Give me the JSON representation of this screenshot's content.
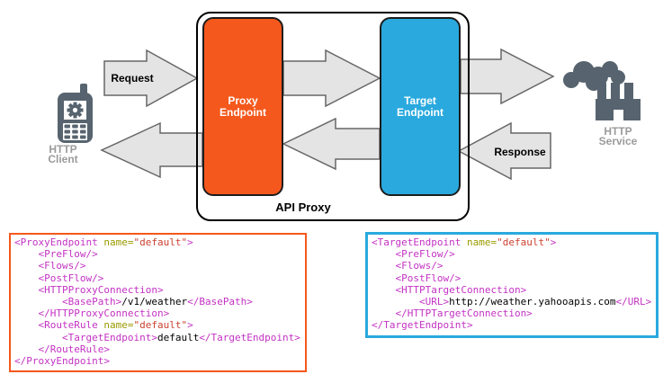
{
  "colors": {
    "accent_orange": "#F4581C",
    "accent_blue": "#29A9DE",
    "icon_gray": "#57646F",
    "label_gray": "#9B9B9B",
    "arrow_fill": "#E4E4E4",
    "arrow_stroke": "#666666",
    "code_tag": "#C332C3",
    "code_attr": "#9A9A00",
    "code_value": "#CC4130",
    "code_text": "#000000"
  },
  "diagram": {
    "api_proxy_label": "API Proxy",
    "proxy_endpoint_label": "Proxy\nEndpoint",
    "target_endpoint_label": "Target\nEndpoint",
    "request_label": "Request",
    "response_label": "Response",
    "http_client_label": "HTTP\nClient",
    "http_service_label": "HTTP\nService"
  },
  "code_blocks": {
    "proxy_endpoint": {
      "lines": [
        [
          [
            "tag",
            "<ProxyEndpoint "
          ],
          [
            "attr",
            "name="
          ],
          [
            "val",
            "\"default\""
          ],
          [
            "tag",
            ">"
          ]
        ],
        [
          [
            "tag",
            "    <PreFlow/>"
          ]
        ],
        [
          [
            "tag",
            "    <Flows/>"
          ]
        ],
        [
          [
            "tag",
            "    <PostFlow/>"
          ]
        ],
        [
          [
            "tag",
            "    <HTTPProxyConnection>"
          ]
        ],
        [
          [
            "tag",
            "        <BasePath>"
          ],
          [
            "plain",
            "/v1/weather"
          ],
          [
            "tag",
            "</BasePath>"
          ]
        ],
        [
          [
            "tag",
            "    </HTTPProxyConnection>"
          ]
        ],
        [
          [
            "tag",
            "    <RouteRule "
          ],
          [
            "attr",
            "name="
          ],
          [
            "val",
            "\"default\""
          ],
          [
            "tag",
            ">"
          ]
        ],
        [
          [
            "tag",
            "        <TargetEndpoint>"
          ],
          [
            "plain",
            "default"
          ],
          [
            "tag",
            "</TargetEndpoint>"
          ]
        ],
        [
          [
            "tag",
            "    </RouteRule>"
          ]
        ],
        [
          [
            "tag",
            "</ProxyEndpoint>"
          ]
        ]
      ]
    },
    "target_endpoint": {
      "lines": [
        [
          [
            "tag",
            "<TargetEndpoint "
          ],
          [
            "attr",
            "name="
          ],
          [
            "val",
            "\"default\""
          ],
          [
            "tag",
            ">"
          ]
        ],
        [
          [
            "tag",
            "    <PreFlow/>"
          ]
        ],
        [
          [
            "tag",
            "    <Flows/>"
          ]
        ],
        [
          [
            "tag",
            "    <PostFlow/>"
          ]
        ],
        [
          [
            "tag",
            "    <HTTPTargetConnection>"
          ]
        ],
        [
          [
            "tag",
            "        <URL>"
          ],
          [
            "plain",
            "http://weather.yahooapis.com"
          ],
          [
            "tag",
            "</URL>"
          ]
        ],
        [
          [
            "tag",
            "    </HTTPTargetConnection>"
          ]
        ],
        [
          [
            "tag",
            "</TargetEndpoint>"
          ]
        ]
      ]
    }
  }
}
